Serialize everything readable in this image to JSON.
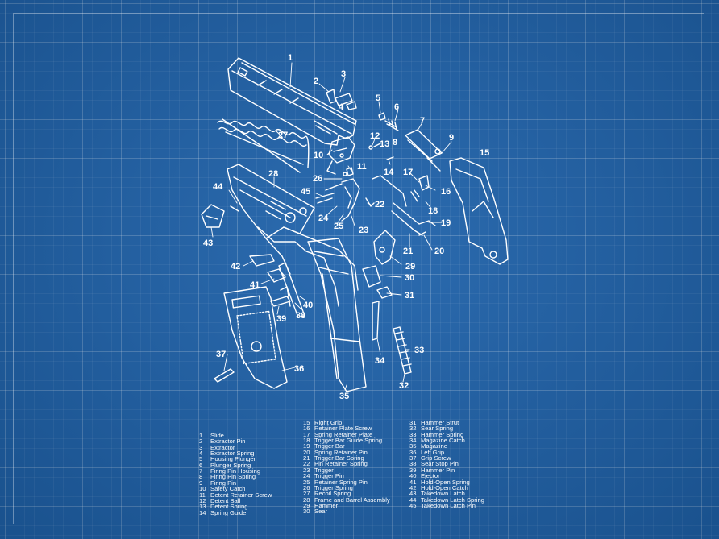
{
  "colors": {
    "background": "#1f63ac",
    "ink": "#ffffff",
    "grid": "#5d8fc8"
  },
  "parts": [
    {
      "num": "1",
      "name": "Slide"
    },
    {
      "num": "2",
      "name": "Extractor Pin"
    },
    {
      "num": "3",
      "name": "Extractor"
    },
    {
      "num": "4",
      "name": "Extractor Spring"
    },
    {
      "num": "5",
      "name": "Housing Plunger"
    },
    {
      "num": "6",
      "name": "Plunger Spring"
    },
    {
      "num": "7",
      "name": "Firing Pin Housing"
    },
    {
      "num": "8",
      "name": "Firing Pin Spring"
    },
    {
      "num": "9",
      "name": "Firing Pin"
    },
    {
      "num": "10",
      "name": "Safety Catch"
    },
    {
      "num": "11",
      "name": "Detent Retainer Screw"
    },
    {
      "num": "12",
      "name": "Detent Ball"
    },
    {
      "num": "13",
      "name": "Detent Spring"
    },
    {
      "num": "14",
      "name": "Spring Guide"
    },
    {
      "num": "15",
      "name": "Right Grip"
    },
    {
      "num": "16",
      "name": "Retainer Plate Screw"
    },
    {
      "num": "17",
      "name": "Spring Retainer Plate"
    },
    {
      "num": "18",
      "name": "Trigger Bar Guide Spring"
    },
    {
      "num": "19",
      "name": "Trigger Bar"
    },
    {
      "num": "20",
      "name": "Spring Retainer Pin"
    },
    {
      "num": "21",
      "name": "Trigger Bar Spring"
    },
    {
      "num": "22",
      "name": "Pin Retainer Spring"
    },
    {
      "num": "23",
      "name": "Trigger"
    },
    {
      "num": "24",
      "name": "Trigger Pin"
    },
    {
      "num": "25",
      "name": "Retainer Spring Pin"
    },
    {
      "num": "26",
      "name": "Trigger Spring"
    },
    {
      "num": "27",
      "name": "Recoil Spring"
    },
    {
      "num": "28",
      "name": "Frame and Barrel Assembly"
    },
    {
      "num": "29",
      "name": "Hammer"
    },
    {
      "num": "30",
      "name": "Sear"
    },
    {
      "num": "31",
      "name": "Hammer Strut"
    },
    {
      "num": "32",
      "name": "Sear Spring"
    },
    {
      "num": "33",
      "name": "Hammer Spring"
    },
    {
      "num": "34",
      "name": "Magazine Catch"
    },
    {
      "num": "35",
      "name": "Magazine"
    },
    {
      "num": "36",
      "name": "Left Grip"
    },
    {
      "num": "37",
      "name": "Grip Screw"
    },
    {
      "num": "38",
      "name": "Sear Stop Pin"
    },
    {
      "num": "39",
      "name": "Hammer Pin"
    },
    {
      "num": "40",
      "name": "Ejector"
    },
    {
      "num": "41",
      "name": "Hold-Open Spring"
    },
    {
      "num": "42",
      "name": "Hold-Open Catch"
    },
    {
      "num": "43",
      "name": "Takedown Latch"
    },
    {
      "num": "44",
      "name": "Takedown Latch Spring"
    },
    {
      "num": "45",
      "name": "Takedown Latch Pin"
    }
  ]
}
